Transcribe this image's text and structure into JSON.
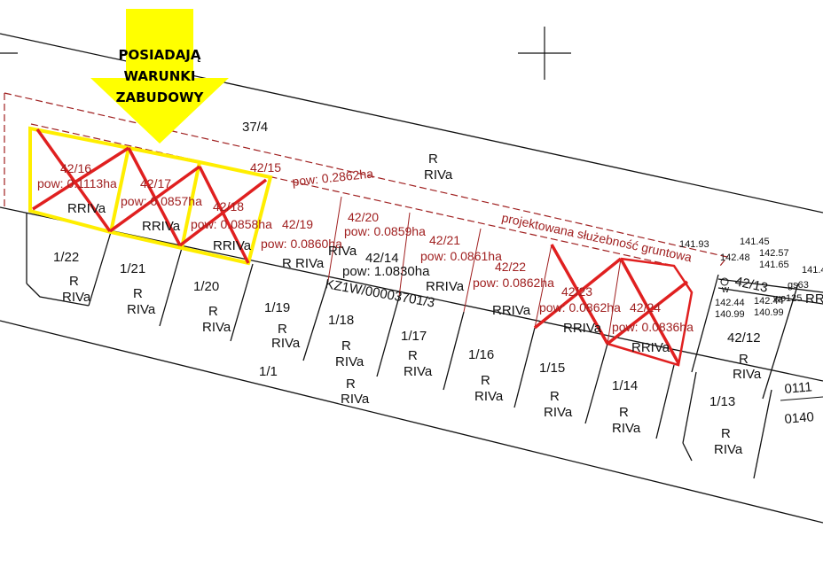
{
  "callout": {
    "line1": "POSIADAJĄ",
    "line2": "WARUNKI",
    "line3": "ZABUDOWY",
    "arrow_color": "#ffff00"
  },
  "colors": {
    "highlight": "#ffee00",
    "cross": "#e02020",
    "parcel_text": "#a02020",
    "lines": "#111111"
  },
  "top_parcel": {
    "id": "37/4",
    "class1": "R",
    "class2": "RIVa"
  },
  "projected_parcels": [
    {
      "id": "42/15",
      "area": "pow: 0.2862ha"
    },
    {
      "id": "42/16",
      "area": "pow: 0.1113ha",
      "class": "RRIVa",
      "crossed": true,
      "highlighted": true
    },
    {
      "id": "42/17",
      "area": "pow: 0.0857ha",
      "class": "RRIVa",
      "crossed": true,
      "highlighted": true
    },
    {
      "id": "42/18",
      "area": "pow: 0.0858ha",
      "class": "RRIVa",
      "crossed": true,
      "highlighted": true
    },
    {
      "id": "42/19",
      "area": "pow: 0.0860ha",
      "class": "R RIVa"
    },
    {
      "id": "42/20",
      "area": "pow: 0.0859ha",
      "class": "RIVa"
    },
    {
      "id": "42/21",
      "area": "pow: 0.0861ha",
      "class": "RRIVa"
    },
    {
      "id": "42/22",
      "area": "pow: 0.0862ha",
      "class": "RRIVa"
    },
    {
      "id": "42/23",
      "area": "pow: 0.0862ha",
      "class": "RRIVa",
      "crossed": true
    },
    {
      "id": "42/24",
      "area": "pow: 0.0836ha",
      "class": "RRIVa",
      "crossed": true
    }
  ],
  "parcel_42_14": {
    "id": "42/14",
    "area": "pow: 1.0830ha",
    "kw": "KZ1W/00003701/3"
  },
  "easement": "projektowana służebność gruntowa",
  "lower_parcels": [
    {
      "id": "1/22",
      "c1": "R",
      "c2": "RIVa"
    },
    {
      "id": "1/21",
      "c1": "R",
      "c2": "RIVa"
    },
    {
      "id": "1/20",
      "c1": "R",
      "c2": "RIVa"
    },
    {
      "id": "1/19",
      "c1": "R",
      "c2": "RIVa"
    },
    {
      "id": "1/18",
      "c1": "R",
      "c2": "RIVa"
    },
    {
      "id": "1/17",
      "c1": "R",
      "c2": "RIVa"
    },
    {
      "id": "1/16",
      "c1": "R",
      "c2": "RIVa"
    },
    {
      "id": "1/15",
      "c1": "R",
      "c2": "RIVa"
    },
    {
      "id": "1/14",
      "c1": "R",
      "c2": "RIVa"
    },
    {
      "id": "1/13",
      "c1": "R",
      "c2": "RIVa"
    },
    {
      "id": "42/12",
      "c1": "R",
      "c2": "RIVa"
    }
  ],
  "road": {
    "id": "1/1",
    "c1": "R",
    "c2": "RIVa"
  },
  "right_labels": {
    "p4213": "42/13",
    "gs": "gs63",
    "wo": "wo125",
    "rr": "RR",
    "r0111": "0111",
    "r0140": "0140"
  },
  "elevations": [
    "141.93",
    "141.45",
    "142.48",
    "142.57",
    "141.65",
    "142.44",
    "140.99",
    "142.44",
    "140.99",
    "141.4"
  ],
  "well_mark": "w"
}
